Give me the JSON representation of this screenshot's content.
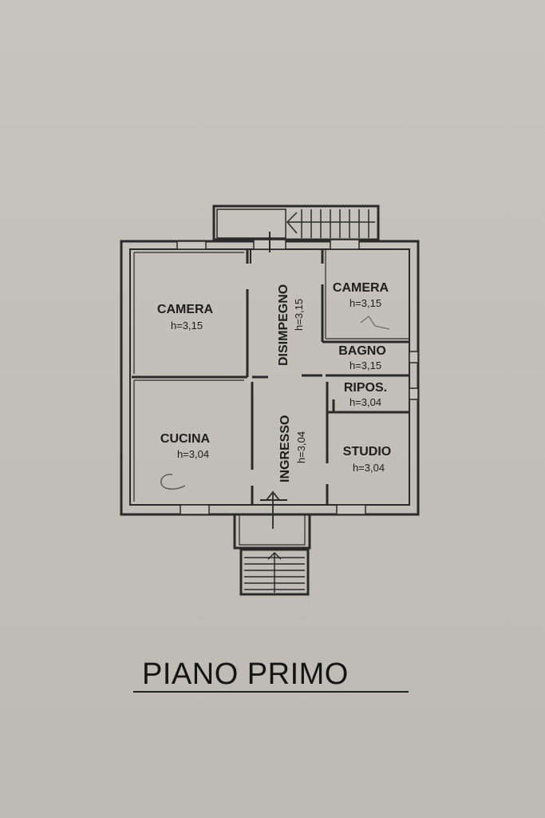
{
  "floor_title": "PIANO PRIMO",
  "rooms": {
    "camera_left": {
      "label": "CAMERA",
      "height": "h=3,15"
    },
    "disimpegno": {
      "label": "DISIMPEGNO",
      "height": "h=3,15"
    },
    "camera_right": {
      "label": "CAMERA",
      "height": "h=3,15"
    },
    "bagno": {
      "label": "BAGNO",
      "height": "h=3,15"
    },
    "ripostiglio": {
      "label": "RIPOS.",
      "height": "h=3,04"
    },
    "cucina": {
      "label": "CUCINA",
      "height": "h=3,04"
    },
    "ingresso": {
      "label": "INGRESSO",
      "height": "h=3,04"
    },
    "studio": {
      "label": "STUDIO",
      "height": "h=3,04"
    }
  },
  "colors": {
    "paper": "#c4c1ba",
    "ink": "#222222"
  }
}
